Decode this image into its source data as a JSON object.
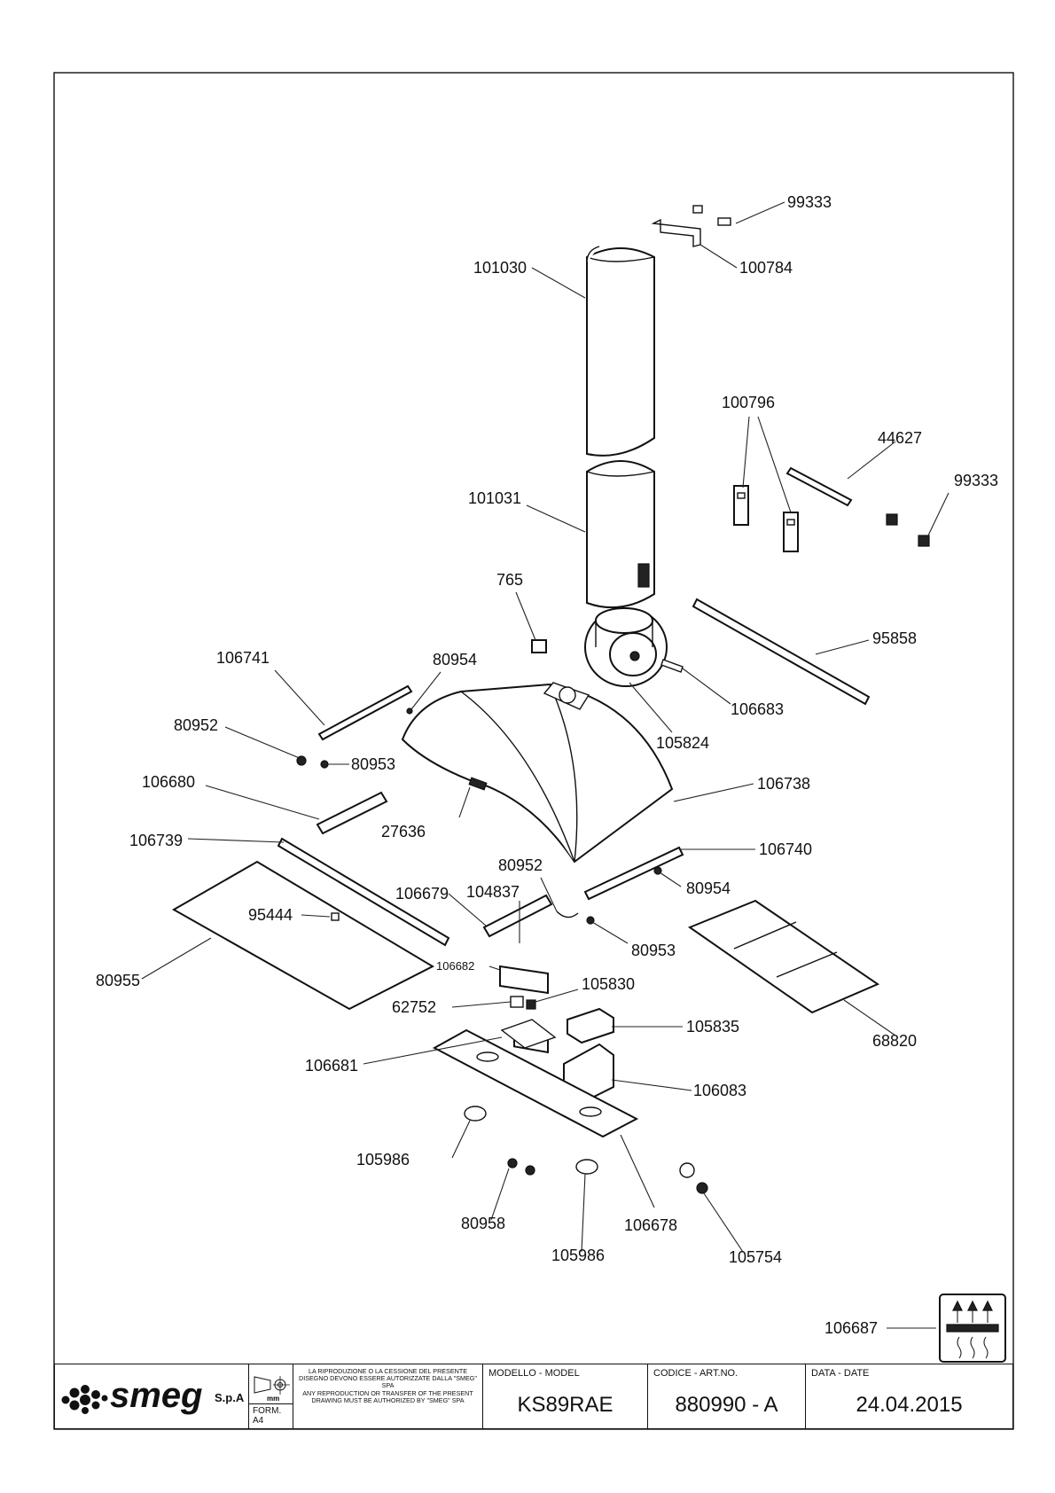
{
  "parts": [
    {
      "code": "99333"
    },
    {
      "code": "100784"
    },
    {
      "code": "101030"
    },
    {
      "code": "100796"
    },
    {
      "code": "44627"
    },
    {
      "code": "99333"
    },
    {
      "code": "101031"
    },
    {
      "code": "765"
    },
    {
      "code": "95858"
    },
    {
      "code": "106741"
    },
    {
      "code": "80954"
    },
    {
      "code": "106683"
    },
    {
      "code": "80952"
    },
    {
      "code": "105824"
    },
    {
      "code": "80953"
    },
    {
      "code": "106680"
    },
    {
      "code": "106738"
    },
    {
      "code": "27636"
    },
    {
      "code": "106739"
    },
    {
      "code": "106740"
    },
    {
      "code": "80952"
    },
    {
      "code": "106679"
    },
    {
      "code": "104837"
    },
    {
      "code": "80954"
    },
    {
      "code": "95444"
    },
    {
      "code": "80953"
    },
    {
      "code": "106682"
    },
    {
      "code": "80955"
    },
    {
      "code": "105830"
    },
    {
      "code": "62752"
    },
    {
      "code": "105835"
    },
    {
      "code": "68820"
    },
    {
      "code": "106681"
    },
    {
      "code": "106083"
    },
    {
      "code": "105986"
    },
    {
      "code": "80958"
    },
    {
      "code": "106678"
    },
    {
      "code": "105986"
    },
    {
      "code": "105754"
    },
    {
      "code": "106687"
    }
  ],
  "title_block": {
    "company_logo": "smeg",
    "company_suffix": "S.p.A",
    "unit_symbol": "mm",
    "format": "FORM. A4",
    "notice_it": "LA RIPRODUZIONE O LA CESSIONE DEL PRESENTE DISEGNO DEVONO ESSERE AUTORIZZATE DALLA \"SMEG\" SPA",
    "notice_en": "ANY REPRODUCTION OR TRANSFER OF THE PRESENT DRAWING MUST BE AUTHORIZED BY \"SMEG\" SPA",
    "model_caption": "MODELLO - MODEL",
    "model": "KS89RAE",
    "code_caption": "CODICE - ART.NO.",
    "code": "880990 - A",
    "date_caption": "DATA - DATE",
    "date": "24.04.2015"
  }
}
